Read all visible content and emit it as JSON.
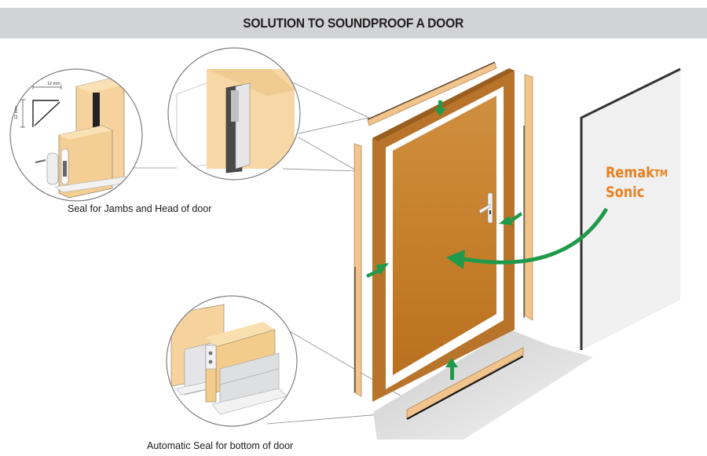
{
  "header": {
    "title": "SOLUTION TO SOUNDPROOF A DOOR"
  },
  "callouts": {
    "jamb_head_seal": {
      "caption": "Seal for Jambs and Head of door",
      "dimension_width": "12 mm",
      "dimension_height": "12 mm"
    },
    "bottom_seal": {
      "caption": "Automatic Seal for bottom of door"
    }
  },
  "product": {
    "name": "Remak",
    "trademark": "TM",
    "line2": "Sonic"
  },
  "colors": {
    "door": "#c8822e",
    "frame": "#b8742a",
    "seal_strip": "#f1c48e",
    "arrow": "#1f9a4a",
    "brand": "#e8801e",
    "title_bar": "#d2d3d5"
  }
}
